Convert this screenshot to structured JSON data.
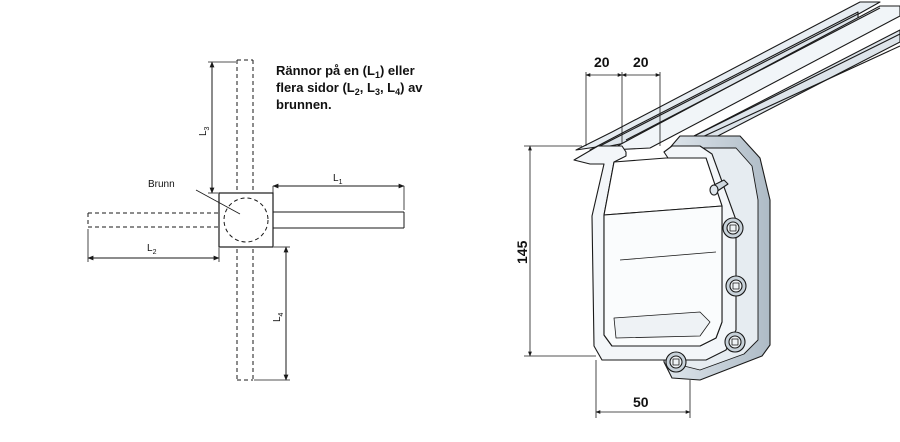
{
  "plan_view": {
    "note": {
      "line1_prefix": "Rännor på en (L",
      "line1_sub": "1",
      "line1_suffix": ") eller",
      "line2_prefix": "flera sidor (L",
      "line2_sub_a": "2",
      "line2_sep_a": ", L",
      "line2_sub_b": "3",
      "line2_sep_b": ", L",
      "line2_sub_c": "4",
      "line2_suffix": ") av",
      "line3": "brunnen."
    },
    "well_label": "Brunn",
    "length_labels": {
      "l1": {
        "letter": "L",
        "sub": "1"
      },
      "l2": {
        "letter": "L",
        "sub": "2"
      },
      "l3": {
        "letter": "L",
        "sub": "3"
      },
      "l4": {
        "letter": "L",
        "sub": "4"
      }
    }
  },
  "section_view": {
    "dimensions": {
      "flange_left": "20",
      "flange_right": "20",
      "height": "145",
      "width": "50"
    }
  },
  "colors": {
    "line": "#1a1a1a",
    "steel_light": "#eef3f7",
    "steel_mid": "#d4dde5",
    "steel_dark": "#9aa8b3"
  }
}
